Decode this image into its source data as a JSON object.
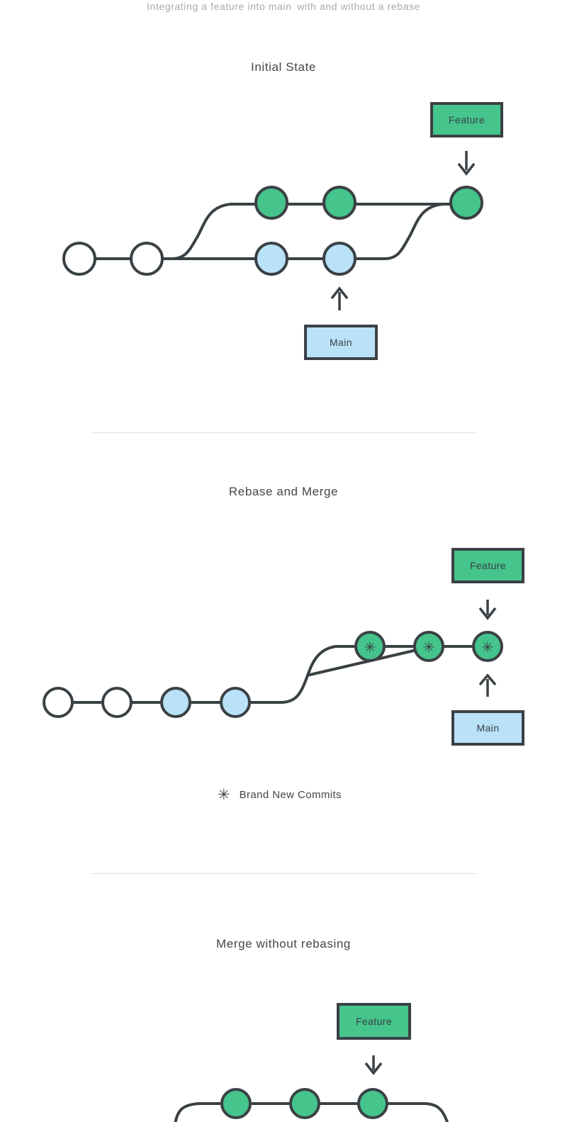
{
  "title": "Integrating a feature into main with and without a rebase",
  "colors": {
    "green": "#45c48c",
    "blue": "#b9e2f8",
    "stroke": "#3a4145",
    "heading": "#414749",
    "title_muted": "#a6abae",
    "divider": "#e0e0e0"
  },
  "symbols": {
    "new_commit_icon": "✳"
  },
  "legend": {
    "label": "Brand New Commits"
  },
  "sections": [
    {
      "heading": "Initial State",
      "feature_label": "Feature",
      "main_label": "Main",
      "graph": {
        "shared_commits": [
          "white",
          "white"
        ],
        "feature_branch_commits": [
          "green",
          "green",
          "green-merge-tip"
        ],
        "main_branch_commits": [
          "blue",
          "blue"
        ]
      }
    },
    {
      "heading": "Rebase and Merge",
      "feature_label": "Feature",
      "main_label": "Main",
      "graph": {
        "base_commits": [
          "white",
          "white",
          "blue",
          "blue"
        ],
        "rebased_commits": [
          "green-new",
          "green-new",
          "green-new"
        ]
      }
    },
    {
      "heading": "Merge without rebasing",
      "feature_label": "Feature",
      "graph": {
        "feature_branch_commits": [
          "green",
          "green",
          "green"
        ]
      }
    }
  ]
}
